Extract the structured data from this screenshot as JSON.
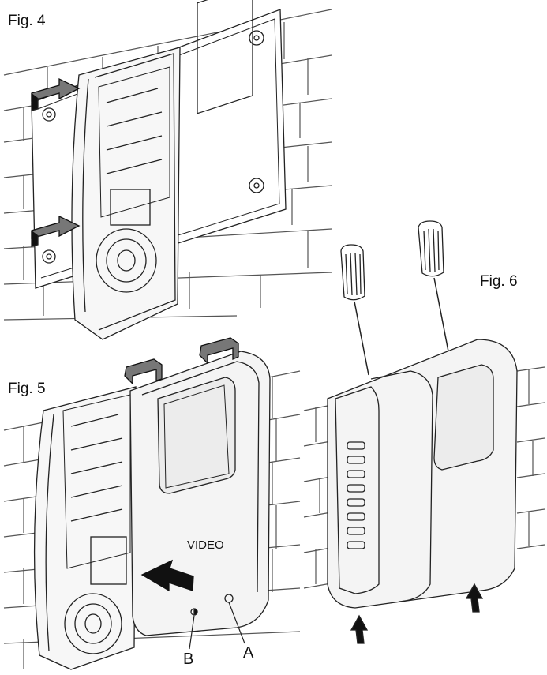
{
  "figures": {
    "fig4": {
      "label": "Fig. 4"
    },
    "fig5": {
      "label": "Fig. 5",
      "device_text": "VIDEO",
      "callout_a": "A",
      "callout_b": "B"
    },
    "fig6": {
      "label": "Fig. 6"
    }
  },
  "colors": {
    "line": "#222222",
    "brick": "#555555",
    "arrow_fill": "#777777",
    "arrow_dark": "#111111",
    "device_fill": "#f4f4f4",
    "screen_fill": "#ececec"
  }
}
